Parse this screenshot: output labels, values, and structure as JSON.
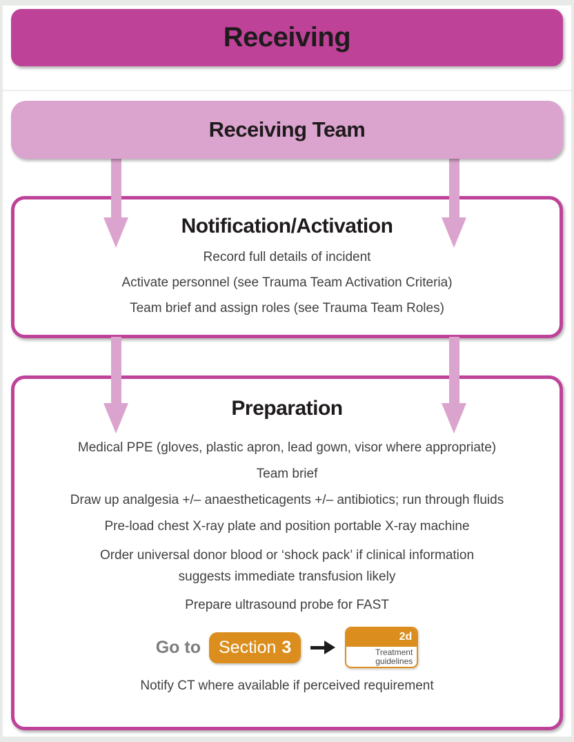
{
  "colors": {
    "magenta": "#bf4299",
    "light_pink": "#dba4ce",
    "orange": "#db8e1d",
    "title_text": "#1f1b1d",
    "body_text": "#3f3f3e",
    "goto_gray": "#7d7d7d"
  },
  "header": {
    "label": "Receiving"
  },
  "team_bar": {
    "label": "Receiving Team"
  },
  "notification_box": {
    "title": "Notification/Activation",
    "items": [
      "Record full details of incident",
      "Activate personnel (see Trauma Team Activation Criteria)",
      "Team brief and assign roles (see Trauma Team Roles)"
    ]
  },
  "preparation_box": {
    "title": "Preparation",
    "items": [
      "Medical PPE (gloves, plastic apron, lead gown, visor where appropriate)",
      "Team brief",
      "Draw up analgesia +/– anaestheticagents +/– antibiotics; run through fluids",
      "Pre-load chest X-ray plate and position portable X-ray machine",
      "Order universal donor blood or ‘shock pack’ if clinical information\nsuggests immediate transfusion likely",
      "Prepare ultrasound probe for FAST"
    ],
    "goto": {
      "label": "Go to",
      "button_text": "Section",
      "button_number": "3",
      "target_code": "2d",
      "target_label": "Treatment\nguidelines"
    },
    "footer": "Notify CT where available if perceived requirement"
  }
}
